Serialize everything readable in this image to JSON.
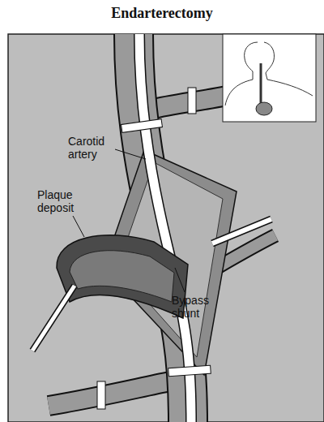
{
  "diagram": {
    "title": "Endarterectomy",
    "labels": [
      "Carotid artery",
      "Plaque deposit",
      "Bypass shunt"
    ]
  }
}
